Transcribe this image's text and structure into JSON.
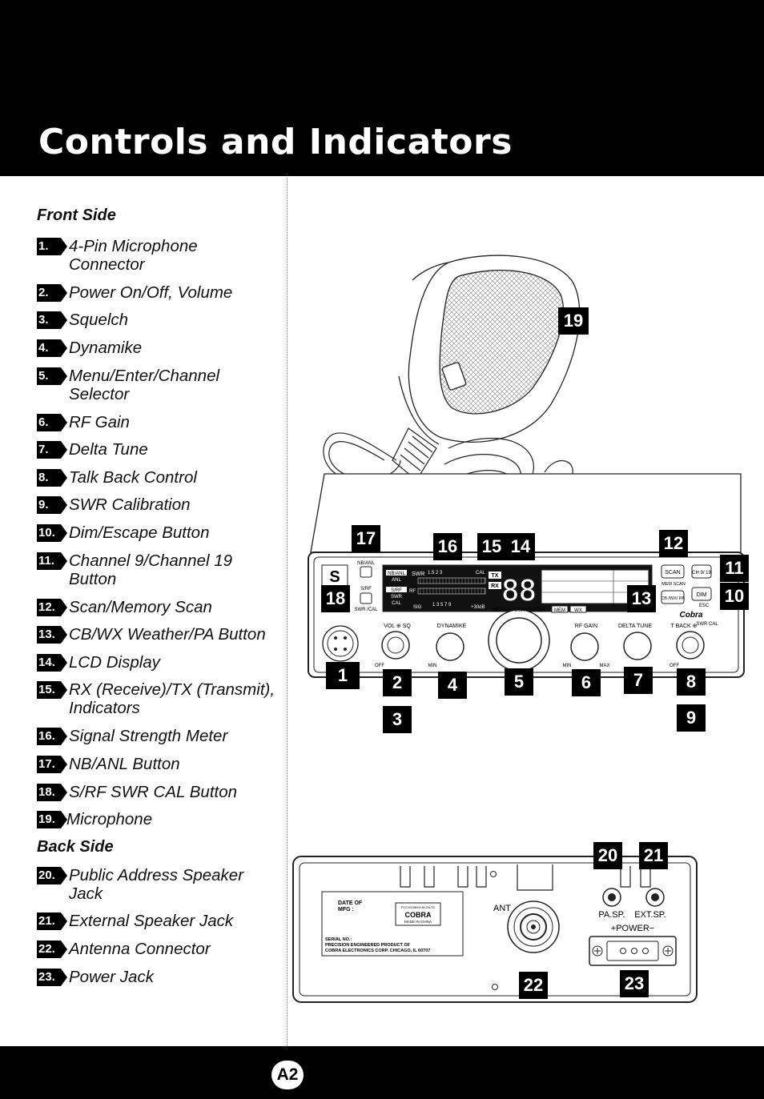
{
  "page": {
    "title": "Controls and Indicators",
    "page_number": "A2"
  },
  "front_side": {
    "heading": "Front Side",
    "items": [
      {
        "num": "1.",
        "label": "4-Pin Microphone Connector"
      },
      {
        "num": "2.",
        "label": "Power On/Off, Volume"
      },
      {
        "num": "3.",
        "label": "Squelch"
      },
      {
        "num": "4.",
        "label": "Dynamike"
      },
      {
        "num": "5.",
        "label": "Menu/Enter/Channel Selector"
      },
      {
        "num": "6.",
        "label": "RF Gain"
      },
      {
        "num": "7.",
        "label": "Delta Tune"
      },
      {
        "num": "8.",
        "label": "Talk Back Control"
      },
      {
        "num": "9.",
        "label": "SWR Calibration"
      },
      {
        "num": "10.",
        "label": "Dim/Escape Button"
      },
      {
        "num": "11.",
        "label": "Channel 9/Channel 19 Button"
      },
      {
        "num": "12.",
        "label": "Scan/Memory Scan"
      },
      {
        "num": "13.",
        "label": "CB/WX Weather/PA Button"
      },
      {
        "num": "14.",
        "label": "LCD Display"
      },
      {
        "num": "15.",
        "label": "RX (Receive)/TX (Transmit), Indicators"
      },
      {
        "num": "16.",
        "label": "Signal Strength Meter"
      },
      {
        "num": "17.",
        "label": "NB/ANL Button"
      },
      {
        "num": "18.",
        "label": "S/RF SWR CAL Button"
      },
      {
        "num": "19.",
        "label": "Microphone"
      }
    ]
  },
  "back_side": {
    "heading": "Back Side",
    "items": [
      {
        "num": "20.",
        "label": "Public Address Speaker Jack"
      },
      {
        "num": "21.",
        "label": "External Speaker Jack"
      },
      {
        "num": "22.",
        "label": "Antenna Connector"
      },
      {
        "num": "23.",
        "label": "Power Jack"
      }
    ]
  },
  "radio_front": {
    "buttons": {
      "nb_anl": "NB/ANL",
      "s_rf": "S/RF",
      "swr_cal": "SWR /CAL",
      "scan": "SCAN",
      "mem_scan": "MEM SCAN",
      "ch9_19": "CH 9/ 19",
      "cb_wx_pa": "CB /WX/ PA",
      "dim": "DIM",
      "esc": "ESC"
    },
    "meter": {
      "nb_anl_tag": "NB/ANL",
      "anl_tag": "ANL",
      "s_rf_tag": "S/RF",
      "swr_tag": "SWR",
      "cal_tag": "CAL",
      "swr_scale": "SWR",
      "rf_scale": "RF",
      "sig_scale": "SIG",
      "cal_scale": "CAL",
      "scale_top": "1.5    2    3",
      "scale_bottom": "1     3    5 7 9",
      "db": "+30dB"
    },
    "indicators": {
      "tx": "TX",
      "rx": "RX",
      "mem": "MEM",
      "wx": "WX"
    },
    "digits": "88",
    "knobs": {
      "vol_sq": "VOL ⊕ SQ",
      "dynamike": "DYNAMIKE",
      "rf_gain": "RF GAIN",
      "delta_tune": "DELTA TUNE",
      "t_back": "T BACK ⊕",
      "swr_cal": "SWR CAL"
    },
    "knob_marks": {
      "off": "OFF",
      "min": "MIN",
      "max": "MAX"
    },
    "menu_ring": "MENU • PUSH • ENTER",
    "brand": "Cobra"
  },
  "radio_back": {
    "label_plate": {
      "date_of": "DATE OF",
      "mfg": "MFG :",
      "fcc": "FCC ID:BBOCM-29LTD",
      "brand": "COBRA",
      "made_in": "MADE IN CHINA",
      "serial": "SERIAL NO.:",
      "line1": "PRECISION ENGINEERED PRODUCT OF",
      "line2": "COBRA  ELECTRONICS CORP. CHICAGO, IL 60707"
    },
    "ant": "ANT",
    "pa_sp": "PA.SP.",
    "ext_sp": "EXT.SP.",
    "power": "+POWER−"
  },
  "callouts": [
    "1",
    "2",
    "3",
    "4",
    "5",
    "6",
    "7",
    "8",
    "9",
    "10",
    "11",
    "12",
    "13",
    "14",
    "15",
    "16",
    "17",
    "18",
    "19",
    "20",
    "21",
    "22",
    "23"
  ]
}
